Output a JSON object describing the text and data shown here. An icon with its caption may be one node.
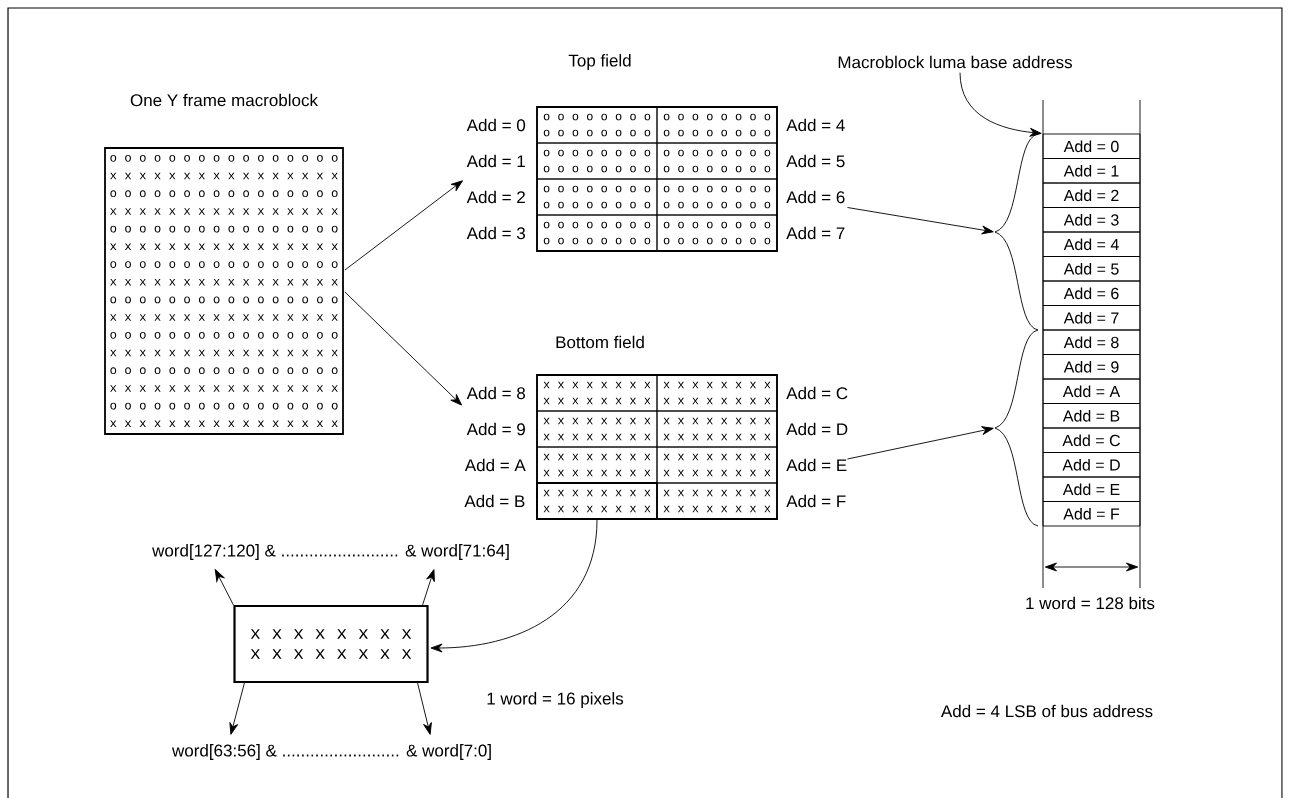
{
  "diagram": {
    "nodes": [
      {
        "text": [
          "One Y frame macroblock",
          "o o o o o o o o o o o o o o o o",
          "x x x x x x x x x x x x x x x x",
          "o o o o o o o o o o o o o o o o",
          "x x x x x x x x x x x x x x x x",
          "o o o o o o o o o o o o o o o o",
          "x x x x x x x x x x x x x x x x",
          "o o o o o o o o o o o o o o o o",
          "x x x x x x x x x x x x x x x x",
          "o o o o o o o o o o o o o o o o",
          "x x x x x x x x x x x x x x x x",
          "o o o o o o o o o o o o o o o o",
          "x x x x x x x x x x x x x x x x",
          "o o o o o o o o o o o o o o o o",
          "x x x x x x x x x x x x x x x x",
          "o o o o o o o o o o o o o o o o",
          "x x x x x x x x x x x x x x x x"
        ]
      },
      {
        "text": [
          "Top field",
          "Add = 0",
          "Add = 4",
          "Add = 1",
          "Add = 5",
          "Add = 2",
          "Add = 6",
          "Add = 3",
          "Add = 7"
        ]
      },
      {
        "text": [
          "o o o o o o o o",
          "o o o o o o o o"
        ],
        "in": 1
      },
      {
        "text": [
          "o o o o o o o o",
          "o o o o o o o o"
        ],
        "in": 1
      },
      {
        "text": [
          "o o o o o o o o",
          "o o o o o o o o"
        ],
        "in": 1
      },
      {
        "text": [
          "o o o o o o o o",
          "o o o o o o o o"
        ],
        "in": 1
      },
      {
        "text": [
          "o o o o o o o o",
          "o o o o o o o o"
        ],
        "in": 1
      },
      {
        "text": [
          "o o o o o o o o",
          "o o o o o o o o"
        ],
        "in": 1
      },
      {
        "text": [
          "o o o o o o o o",
          "o o o o o o o o"
        ],
        "in": 1
      },
      {
        "text": [
          "o o o o o o o o",
          "o o o o o o o o"
        ],
        "in": 1
      },
      {
        "text": [
          "Bottom field",
          "Add = 8",
          "Add = C",
          "Add = 9",
          "Add = D",
          "Add = A",
          "Add = E",
          "Add = B",
          "Add = F"
        ]
      },
      {
        "text": [
          "x x x x x x x x",
          "x x x x x x x x"
        ],
        "in": 10
      },
      {
        "text": [
          "x x x x x x x x",
          "x x x x x x x x"
        ],
        "in": 10
      },
      {
        "text": [
          "x x x x x x x x",
          "x x x x x x x x"
        ],
        "in": 10
      },
      {
        "text": [
          "x x x x x x x x",
          "x x x x x x x x"
        ],
        "in": 10
      },
      {
        "text": [
          "x x x x x x x x",
          "x x x x x x x x"
        ],
        "in": 10
      },
      {
        "text": [
          "x x x x x x x x",
          "x x x x x x x x"
        ],
        "in": 10
      },
      {
        "text": [
          "x x x x x x x x",
          "x x x x x x x x"
        ],
        "in": 10
      },
      {
        "text": [
          "x x x x x x x x",
          "x x x x x x x x"
        ],
        "in": 10
      },
      {
        "text": [
          "x x x x x x x x",
          "x x x x x x x x"
        ]
      },
      {
        "text": [
          "word[127:120] & ......................... & word[71:64]"
        ]
      },
      {
        "text": [
          "word[63:56] & ......................... & word[7:0]"
        ]
      },
      {
        "text": [
          "Add = 0"
        ]
      },
      {
        "text": [
          "Add = 1"
        ]
      },
      {
        "text": [
          "Add = 2"
        ]
      },
      {
        "text": [
          "Add = 3"
        ]
      },
      {
        "text": [
          "Add = 4"
        ]
      },
      {
        "text": [
          "Add = 5"
        ]
      },
      {
        "text": [
          "Add = 6"
        ]
      },
      {
        "text": [
          "Add = 7"
        ]
      },
      {
        "text": [
          "Add = 8"
        ]
      },
      {
        "text": [
          "Add = 9"
        ]
      },
      {
        "text": [
          "Add = A"
        ]
      },
      {
        "text": [
          "Add = B"
        ]
      },
      {
        "text": [
          "Add = C"
        ]
      },
      {
        "text": [
          "Add = D"
        ]
      },
      {
        "text": [
          "Add = E"
        ]
      },
      {
        "text": [
          "Add = F"
        ]
      },
      {
        "text": [],
        "shape": "brace"
      },
      {
        "text": [],
        "shape": "brace"
      },
      {
        "text": [
          "Macroblock luma base address"
        ]
      }
    ],
    "edges": [
      {
        "from": 0,
        "to": 1,
        "arrow": "to"
      },
      {
        "from": 0,
        "to": 10,
        "arrow": "to"
      },
      {
        "from": 1,
        "to": 38,
        "arrow": "to"
      },
      {
        "from": 10,
        "to": 39,
        "arrow": "to"
      },
      {
        "from": 40,
        "to": 22,
        "arrow": "to"
      },
      {
        "from": 17,
        "to": 19,
        "arrow": "to"
      },
      {
        "from": 19,
        "to": 20,
        "arrow": "to"
      },
      {
        "from": 19,
        "to": 20,
        "arrow": "to"
      },
      {
        "from": 19,
        "to": 21,
        "arrow": "to"
      },
      {
        "from": 19,
        "to": 21,
        "arrow": "to"
      }
    ],
    "labels": [
      "1 word = 16 pixels",
      "1 word = 128 bits",
      "Add = 4 LSB of bus address"
    ]
  }
}
